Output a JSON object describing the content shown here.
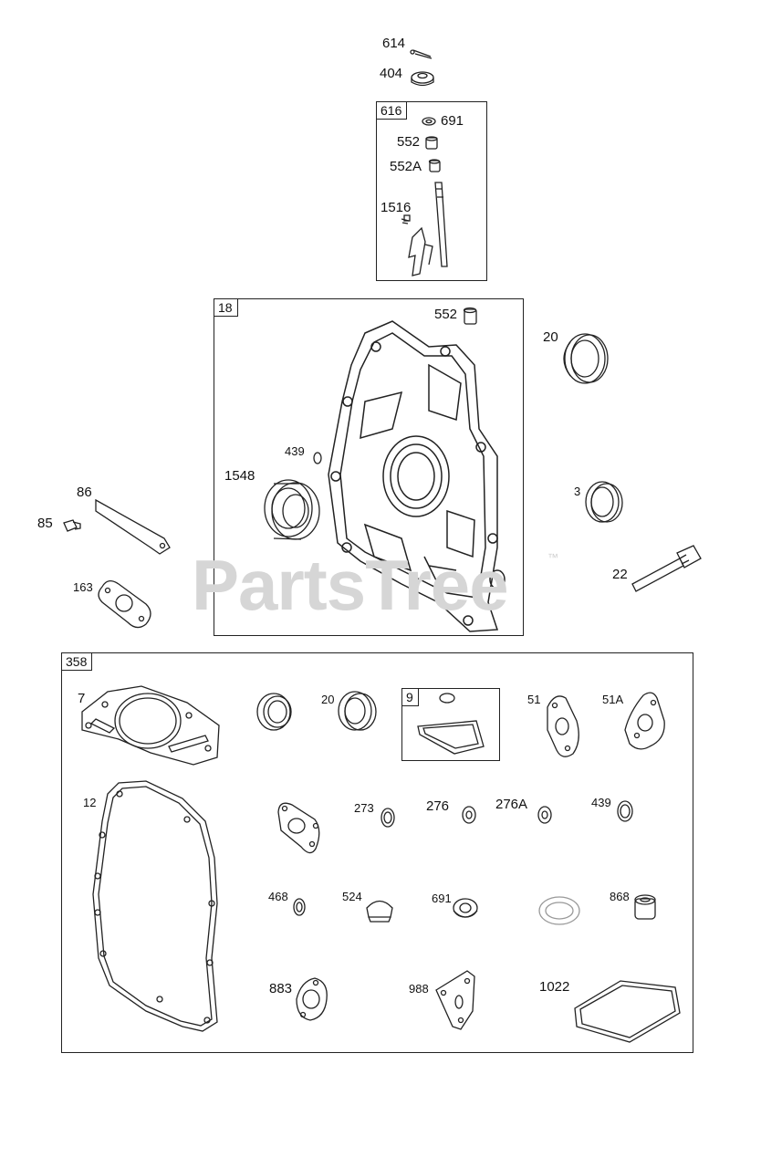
{
  "watermark": {
    "text": "PartsTree",
    "trademark": "™"
  },
  "groups": {
    "g616": "616",
    "g18": "18",
    "g358": "358",
    "g9": "9"
  },
  "labels": {
    "p614": "614",
    "p404": "404",
    "p691a": "691",
    "p552a": "552",
    "p552A": "552A",
    "p1516": "1516",
    "p552b": "552",
    "p20a": "20",
    "p439a": "439",
    "p1548": "1548",
    "p86": "86",
    "p85": "85",
    "p3": "3",
    "p163": "163",
    "p22": "22",
    "p7": "7",
    "p20b": "20",
    "p51": "51",
    "p51A": "51A",
    "p12": "12",
    "p273": "273",
    "p276": "276",
    "p276A": "276A",
    "p439b": "439",
    "p468": "468",
    "p524": "524",
    "p691b": "691",
    "p868": "868",
    "p883": "883",
    "p988": "988",
    "p1022": "1022"
  }
}
